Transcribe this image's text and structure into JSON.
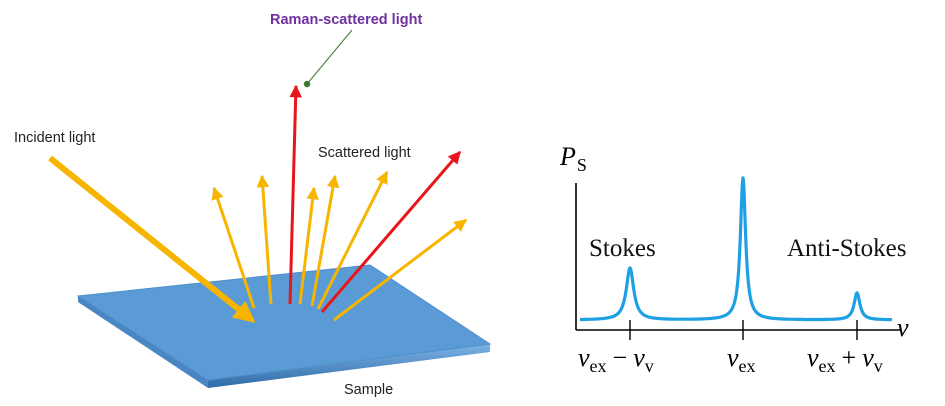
{
  "colors": {
    "incident": "#F7B500",
    "scattered": "#F7B500",
    "raman": "#E8161B",
    "raman_label": "#7030A0",
    "leader": "#3E7B2E",
    "sample_top": "#5B9BD5",
    "sample_edge": "#3A76B4",
    "spectrum_line": "#1FA0E3",
    "axis": "#000000"
  },
  "diagram": {
    "raman_label": "Raman-scattered light",
    "incident_label": "Incident light",
    "scattered_label": "Scattered light",
    "sample_label": "Sample"
  },
  "spectrum": {
    "y_axis_symbol": "P",
    "y_axis_subscript": "S",
    "x_axis_symbol": "ν",
    "stokes_label": "Stokes",
    "anti_stokes_label": "Anti-Stokes",
    "tick1": {
      "a": "ν",
      "a_sub": "ex",
      "op": "−",
      "b": "ν",
      "b_sub": "v"
    },
    "tick2": {
      "a": "ν",
      "a_sub": "ex"
    },
    "tick3": {
      "a": "ν",
      "a_sub": "ex",
      "op": "+",
      "b": "ν",
      "b_sub": "v"
    }
  }
}
